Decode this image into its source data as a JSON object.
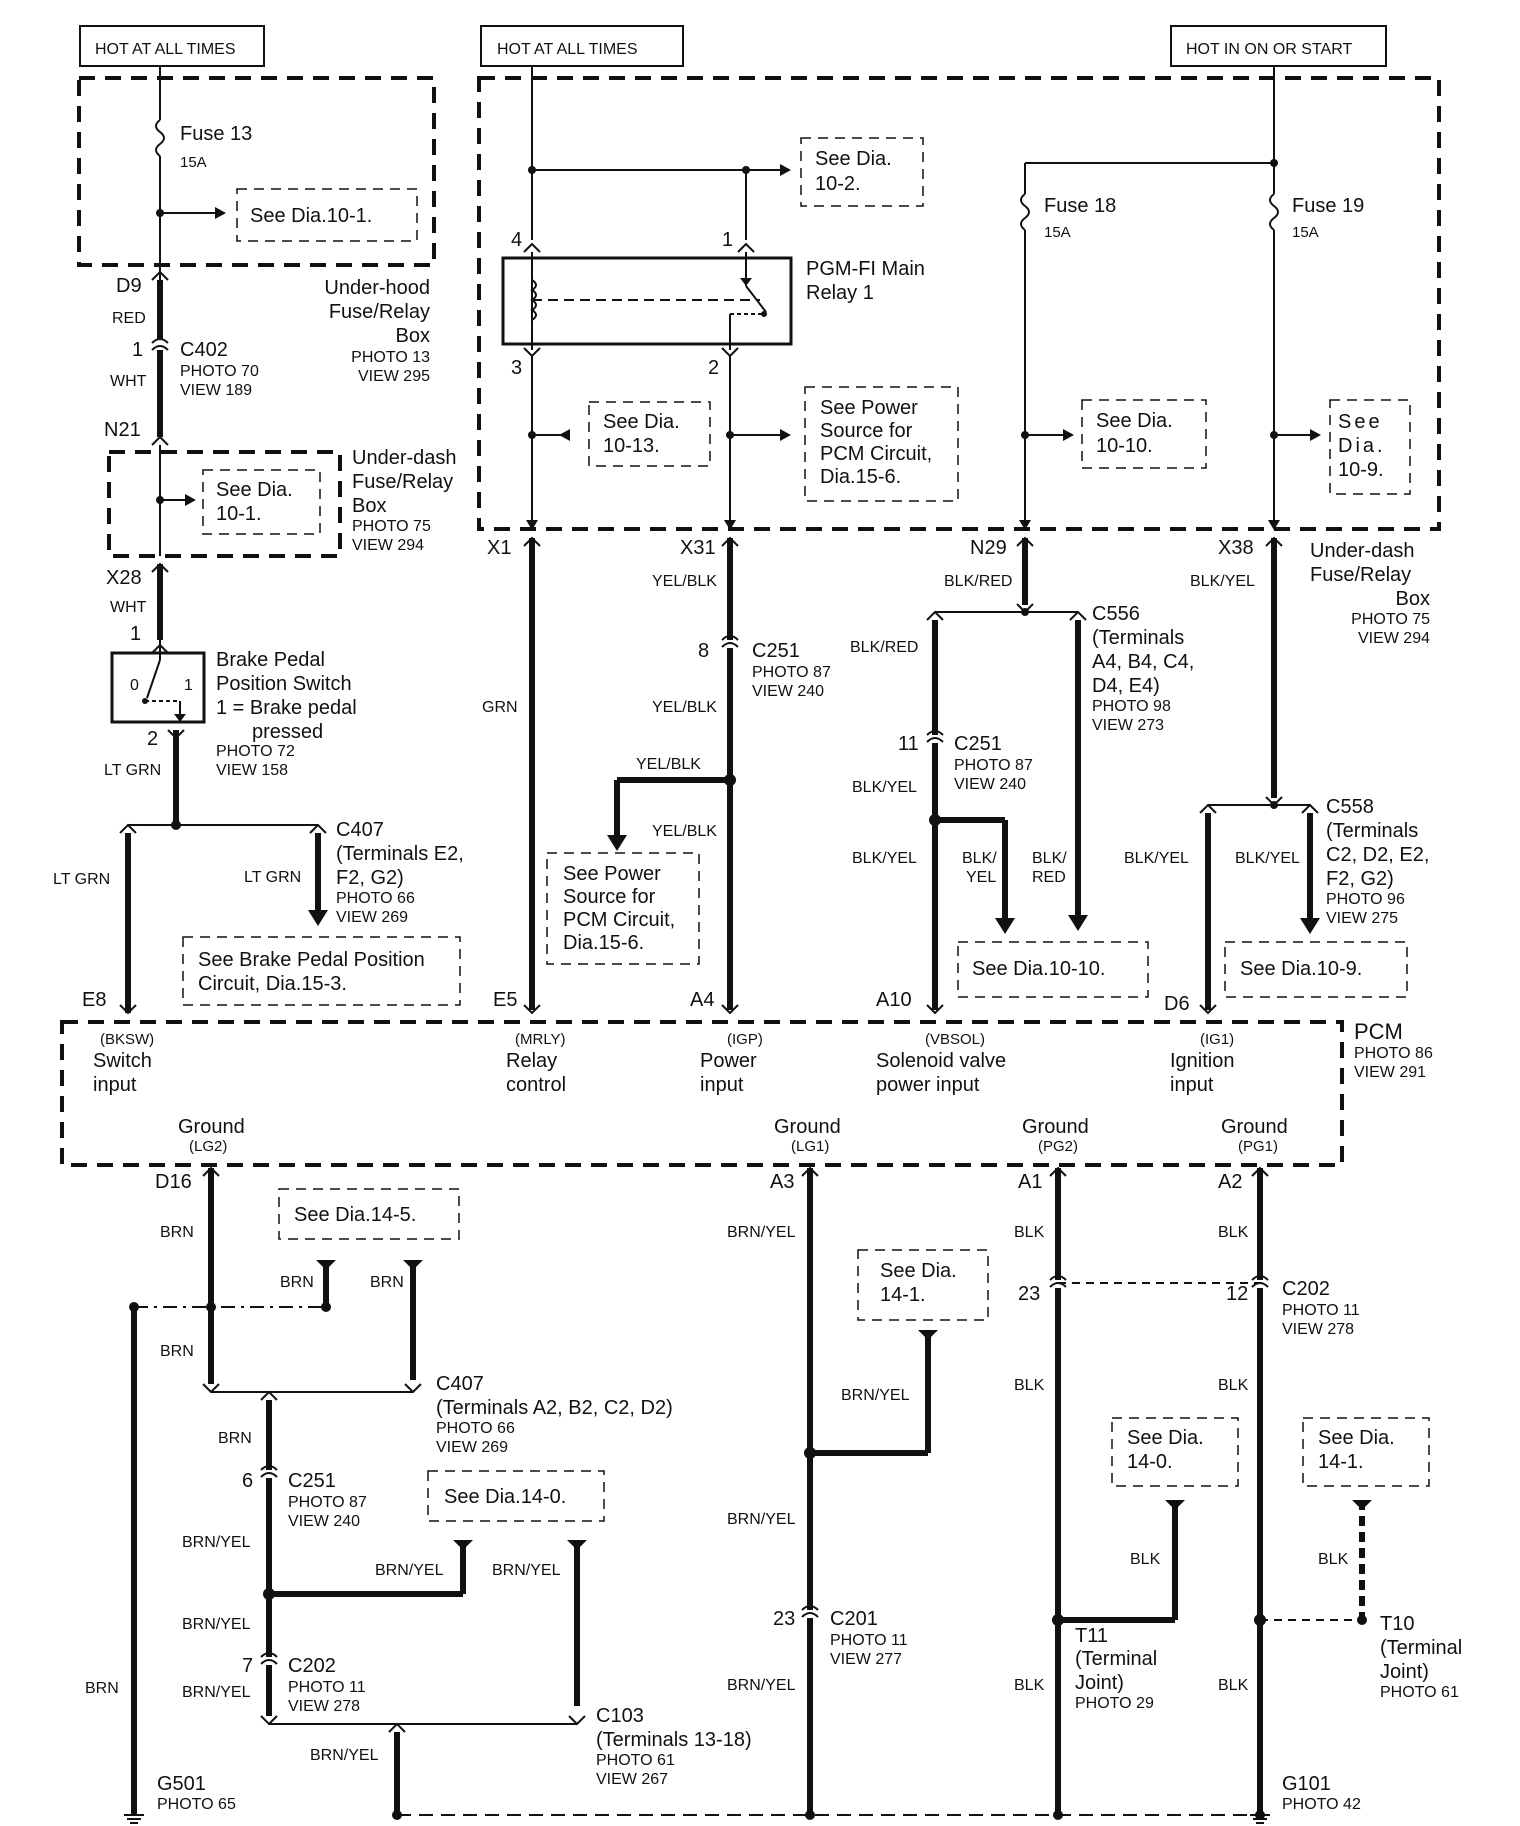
{
  "hot": {
    "left": "HOT AT ALL TIMES",
    "mid": "HOT AT ALL TIMES",
    "right": "HOT IN ON OR START"
  },
  "underhood": {
    "fuse13": "Fuse 13",
    "fuse13_amp": "15A",
    "see_10_1": "See Dia.10-1.",
    "box_line1": "Under-hood",
    "box_line2": "Fuse/Relay",
    "box_line3": "Box",
    "photo": "PHOTO 13",
    "view": "VIEW 295"
  },
  "left_chain": {
    "d9": "D9",
    "red": "RED",
    "c402_pin": "1",
    "c402": "C402",
    "c402_photo": "PHOTO 70",
    "c402_view": "VIEW 189",
    "wht1": "WHT",
    "n21": "N21",
    "udbox_see1": "See Dia.",
    "udbox_see2": "10-1.",
    "udbox_line1": "Under-dash",
    "udbox_line2": "Fuse/Relay",
    "udbox_line3": "Box",
    "udbox_photo": "PHOTO 75",
    "udbox_view": "VIEW 294",
    "x28": "X28",
    "wht2": "WHT",
    "bpp_pin1": "1",
    "bpp_0": "0",
    "bpp_1": "1",
    "bpp_line1": "Brake Pedal",
    "bpp_line2": "Position Switch",
    "bpp_line3": "1 = Brake pedal",
    "bpp_line4": "pressed",
    "bpp_photo": "PHOTO 72",
    "bpp_view": "VIEW 158",
    "bpp_pin2": "2",
    "ltgrn1": "LT GRN",
    "c407": "C407",
    "c407_t1": "(Terminals E2,",
    "c407_t2": "F2, G2)",
    "c407_photo": "PHOTO 66",
    "c407_view": "VIEW 269",
    "ltgrn2": "LT GRN",
    "ltgrn3": "LT GRN",
    "see_bpp1": "See Brake Pedal Position",
    "see_bpp2": "Circuit, Dia.15-3.",
    "e8": "E8"
  },
  "mid": {
    "see_10_2a": "See Dia.",
    "see_10_2b": "10-2.",
    "relay_line1": "PGM-FI Main",
    "relay_line2": "Relay 1",
    "pin4": "4",
    "pin1": "1",
    "pin3": "3",
    "pin2": "2",
    "see_10_13a": "See Dia.",
    "see_10_13b": "10-13.",
    "sps_1": "See Power",
    "sps_2": "Source for",
    "sps_3": "PCM Circuit,",
    "sps_4": "Dia.15-6.",
    "x1": "X1",
    "x31": "X31",
    "grn": "GRN",
    "yelblk1": "YEL/BLK",
    "c251_pin": "8",
    "c251": "C251",
    "c251_photo": "PHOTO 87",
    "c251_view": "VIEW 240",
    "yelblk2": "YEL/BLK",
    "yelblk3": "YEL/BLK",
    "yelblk4": "YEL/BLK",
    "sps2_1": "See Power",
    "sps2_2": "Source for",
    "sps2_3": "PCM Circuit,",
    "sps2_4": "Dia.15-6.",
    "e5": "E5",
    "a4": "A4"
  },
  "right": {
    "fuse18": "Fuse 18",
    "fuse18_amp": "15A",
    "fuse19": "Fuse 19",
    "fuse19_amp": "15A",
    "see_10_10a": "See Dia.",
    "see_10_10b": "10-10.",
    "see_10_9a": "See",
    "see_10_9b": "Dia.",
    "see_10_9c": "10-9.",
    "n29": "N29",
    "x38": "X38",
    "ud_line1": "Under-dash",
    "ud_line2": "Fuse/Relay",
    "ud_line3": "Box",
    "ud_photo": "PHOTO 75",
    "ud_view": "VIEW 294",
    "blkred1": "BLK/RED",
    "blkyel1": "BLK/YEL",
    "c556": "C556",
    "c556_t1": "(Terminals",
    "c556_t2": "A4, B4, C4,",
    "c556_t3": "D4, E4)",
    "c556_photo": "PHOTO 98",
    "c556_view": "VIEW 273",
    "blkred2": "BLK/RED",
    "c251_pin": "11",
    "c251": "C251",
    "c251_photo": "PHOTO 87",
    "c251_view": "VIEW 240",
    "blkyel2": "BLK/YEL",
    "blkyel3": "BLK/YEL",
    "blk_yel_a": "BLK/",
    "blk_yel_b": "YEL",
    "blk_red_a": "BLK/",
    "blk_red_b": "RED",
    "see_10_10": "See Dia.10-10.",
    "c558": "C558",
    "c558_t1": "(Terminals",
    "c558_t2": "C2, D2, E2,",
    "c558_t3": "F2, G2)",
    "c558_photo": "PHOTO 96",
    "c558_view": "VIEW 275",
    "blkyel4": "BLK/YEL",
    "blkyel5": "BLK/YEL",
    "see_10_9": "See Dia.10-9.",
    "a10": "A10",
    "d6": "D6"
  },
  "pcm": {
    "name": "PCM",
    "photo": "PHOTO 86",
    "view": "VIEW 291",
    "bksw": "(BKSW)",
    "switch": "Switch",
    "input1": "input",
    "mrly": "(MRLY)",
    "relay": "Relay",
    "control": "control",
    "igp": "(IGP)",
    "power": "Power",
    "input2": "input",
    "vbsol": "(VBSOL)",
    "solenoid": "Solenoid valve",
    "power_input": "power input",
    "ig1": "(IG1)",
    "ignition": "Ignition",
    "input3": "input",
    "ground1": "Ground",
    "lg2": "(LG2)",
    "ground2": "Ground",
    "lg1": "(LG1)",
    "ground3": "Ground",
    "pg2": "(PG2)",
    "ground4": "Ground",
    "pg1": "(PG1)"
  },
  "ground": {
    "d16": "D16",
    "a3": "A3",
    "a1": "A1",
    "a2": "A2",
    "brn1": "BRN",
    "see_14_5": "See Dia.14-5.",
    "brn2": "BRN",
    "brn3": "BRN",
    "brn4": "BRN",
    "c407": "C407",
    "c407_t": "(Terminals A2, B2, C2, D2)",
    "c407_photo": "PHOTO 66",
    "c407_view": "VIEW 269",
    "brn5": "BRN",
    "c251_pin": "6",
    "c251": "C251",
    "c251_photo": "PHOTO 87",
    "c251_view": "VIEW 240",
    "brnyel1": "BRN/YEL",
    "see_14_0": "See Dia.14-0.",
    "brnyel2": "BRN/YEL",
    "brnyel3": "BRN/YEL",
    "brnyel4": "BRN/YEL",
    "c202_pin": "7",
    "c202": "C202",
    "c202_photo": "PHOTO 11",
    "c202_view": "VIEW 278",
    "brnyel5": "BRN/YEL",
    "c103": "C103",
    "c103_t": "(Terminals 13-18)",
    "c103_photo": "PHOTO 61",
    "c103_view": "VIEW 267",
    "brn6": "BRN",
    "brnyel6": "BRN/YEL",
    "g501": "G501",
    "g501_photo": "PHOTO 65",
    "brnyel_a3": "BRN/YEL",
    "see_14_1a": "See Dia.",
    "see_14_1b": "14-1.",
    "brnyel_a3b": "BRN/YEL",
    "brnyel_a3c": "BRN/YEL",
    "c201_pin": "23",
    "c201": "C201",
    "c201_photo": "PHOTO 11",
    "c201_view": "VIEW 277",
    "brnyel_a3d": "BRN/YEL",
    "blk1": "BLK",
    "blk2": "BLK",
    "c202r_pin23": "23",
    "c202r_pin12": "12",
    "c202r": "C202",
    "c202r_photo": "PHOTO 11",
    "c202r_view": "VIEW 278",
    "blk3": "BLK",
    "blk4": "BLK",
    "see_14_0a": "See Dia.",
    "see_14_0b": "14-0.",
    "see_14_1c": "See Dia.",
    "see_14_1d": "14-1.",
    "blk5": "BLK",
    "blk6": "BLK",
    "t11": "T11",
    "t11_a": "(Terminal",
    "t11_b": "Joint)",
    "t11_photo": "PHOTO 29",
    "t10": "T10",
    "t10_a": "(Terminal",
    "t10_b": "Joint)",
    "t10_photo": "PHOTO 61",
    "blk7": "BLK",
    "blk8": "BLK",
    "g101": "G101",
    "g101_photo": "PHOTO 42"
  }
}
